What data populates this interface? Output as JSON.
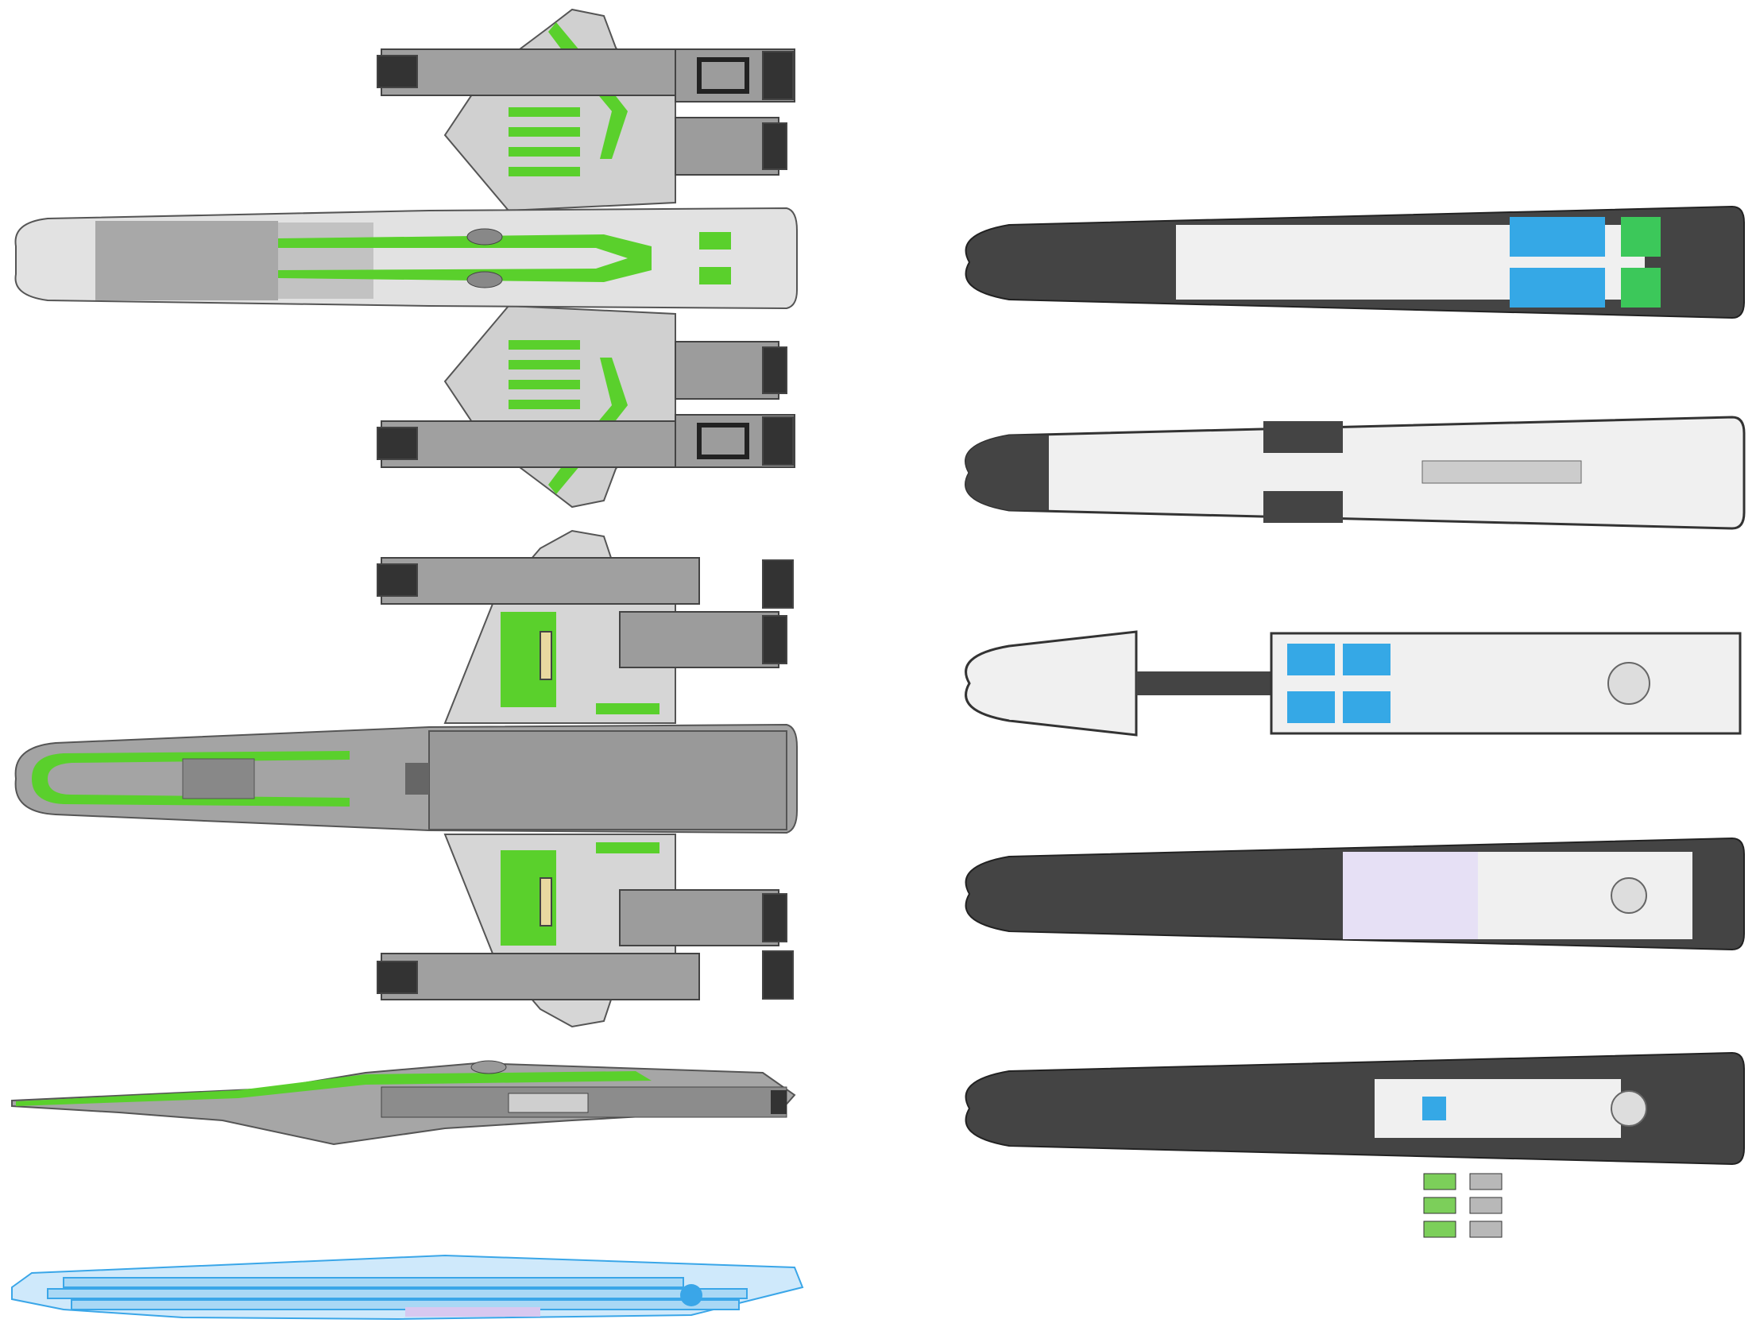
{
  "sheet": {
    "views": [
      {
        "name": "dorsal"
      },
      {
        "name": "ventral"
      },
      {
        "name": "profile"
      },
      {
        "name": "profile-cutaway"
      },
      {
        "name": "deck-1"
      },
      {
        "name": "deck-2"
      },
      {
        "name": "deck-3"
      },
      {
        "name": "deck-4"
      },
      {
        "name": "deck-5"
      },
      {
        "name": "shuttle-set"
      }
    ]
  },
  "colors": {
    "hull_light": "#e6e6e6",
    "hull_mid": "#b4b4b4",
    "hull_dark": "#8c8c8c",
    "accent_green": "#5ad02c",
    "nacelle_black": "#333333",
    "deck_outline": "#444444",
    "deck_floor": "#f0f0f0",
    "cutaway_blue": "#3aa6e8",
    "pool_blue": "#35a8e6",
    "garden_green": "#3cc85a"
  },
  "icons": [
    "ship-dorsal-icon",
    "ship-ventral-icon",
    "ship-profile-icon",
    "ship-cutaway-icon",
    "deck-plan-icon",
    "shuttle-icon"
  ]
}
